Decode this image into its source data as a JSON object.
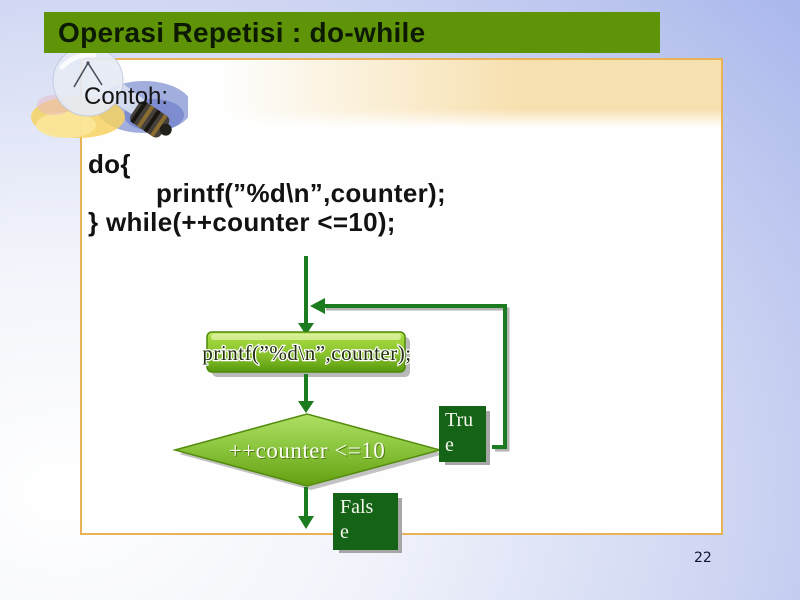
{
  "slide": {
    "title": "Operasi Repetisi : do-while",
    "subtitle": "Contoh:",
    "page_number": "22"
  },
  "code": {
    "line1": "do{",
    "line2": "printf(”%d\\n”,counter);",
    "line3": "} while(++counter <=10);"
  },
  "flowchart": {
    "process_label": "printf(”%d\\n”,counter);",
    "decision_label": "++counter <=10",
    "true_label": "True",
    "false_label": "False"
  },
  "icons": {
    "lightbulb": "lightbulb-icon"
  },
  "colors": {
    "title_bar_green": "#5f9408",
    "panel_border_tan": "#e9b254",
    "panel_topband_peach": "#f7dfac",
    "flow_line_green": "#1c7a1f",
    "process_box_green_top": "#cfec7c",
    "process_box_green_bottom": "#579a0b",
    "decision_green": "#8cc63f",
    "label_box_dark_green": "#156317",
    "background_lavender": "#aab7ec",
    "shadow_gray": "#a8a8a8"
  }
}
